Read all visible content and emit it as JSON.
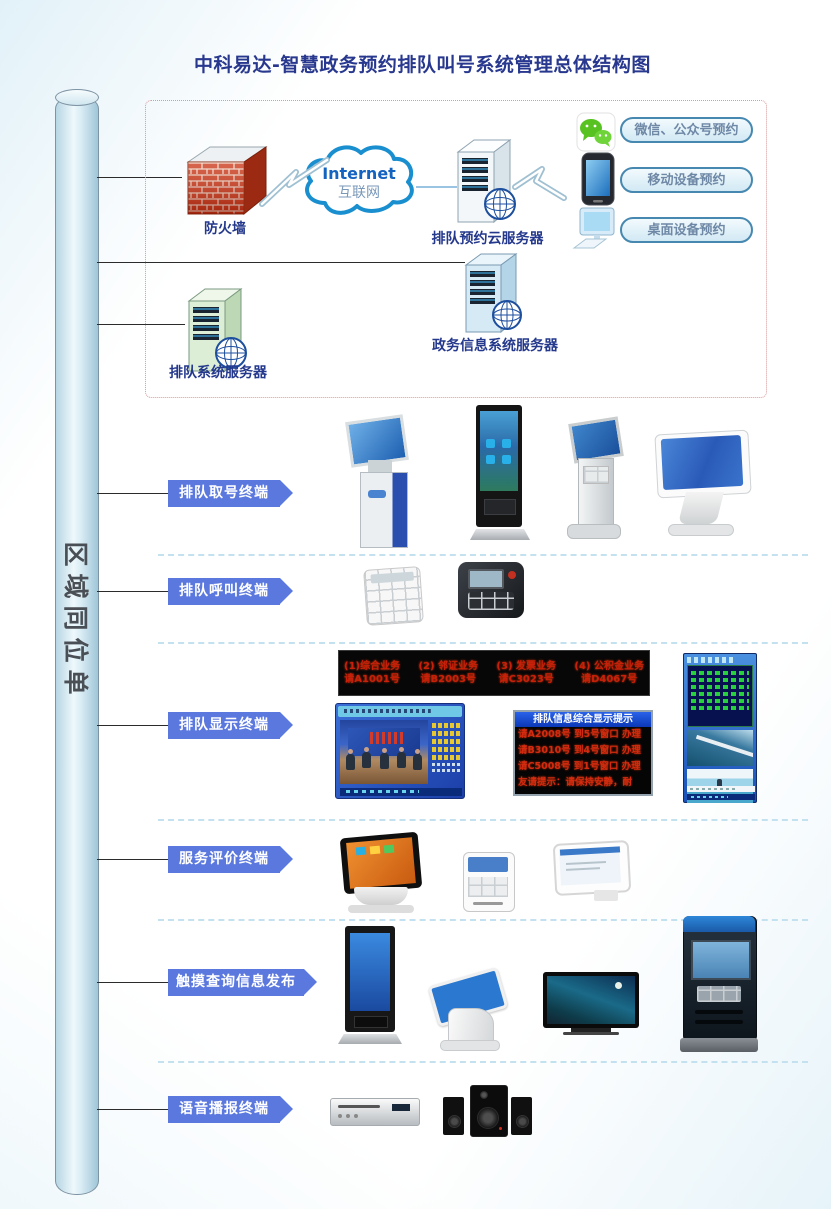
{
  "title": "中科易达-智慧政务预约排队叫号系统管理总体结构图",
  "pipe": {
    "chars": [
      "区",
      "域",
      "同",
      "位",
      "单"
    ]
  },
  "network": {
    "firewall_label": "防火墙",
    "internet_line1": "Internet",
    "internet_line2": "互联网",
    "cloud_server_label": "排队预约云服务器",
    "queue_server_label": "排队系统服务器",
    "gov_server_label": "政务信息系统服务器",
    "channels": [
      {
        "icon": "wechat-icon",
        "label": "微信、公众号预约"
      },
      {
        "icon": "mobile-icon",
        "label": "移动设备预约"
      },
      {
        "icon": "desktop-icon",
        "label": "桌面设备预约"
      }
    ]
  },
  "terminal_rows": [
    {
      "label": "排队取号终端"
    },
    {
      "label": "排队呼叫终端"
    },
    {
      "label": "排队显示终端"
    },
    {
      "label": "服务评价终端"
    },
    {
      "label": "触摸查询信息发布"
    },
    {
      "label": "语音播报终端"
    }
  ],
  "led_board": {
    "columns": [
      {
        "line1": "(1)综合业务",
        "line2": "请A1001号"
      },
      {
        "line1": "(2) 邻证业务",
        "line2": "请B2003号"
      },
      {
        "line1": "(3) 发票业务",
        "line2": "请C3023号"
      },
      {
        "line1": "(4) 公积金业务",
        "line2": "请D4067号"
      }
    ]
  },
  "info_display": {
    "header": "排队信息综合显示提示",
    "lines": [
      "请A2008号  到5号窗口  办理",
      "请B3010号  到4号窗口  办理",
      "请C5008号  到1号窗口  办理",
      "友请提示：请保持安静，耐"
    ]
  },
  "colors": {
    "accent_blue": "#5b78de",
    "title_navy": "#28388e",
    "pill_border": "#4788b0",
    "led_red": "#c8200a",
    "signage_green": "#27d03c"
  }
}
